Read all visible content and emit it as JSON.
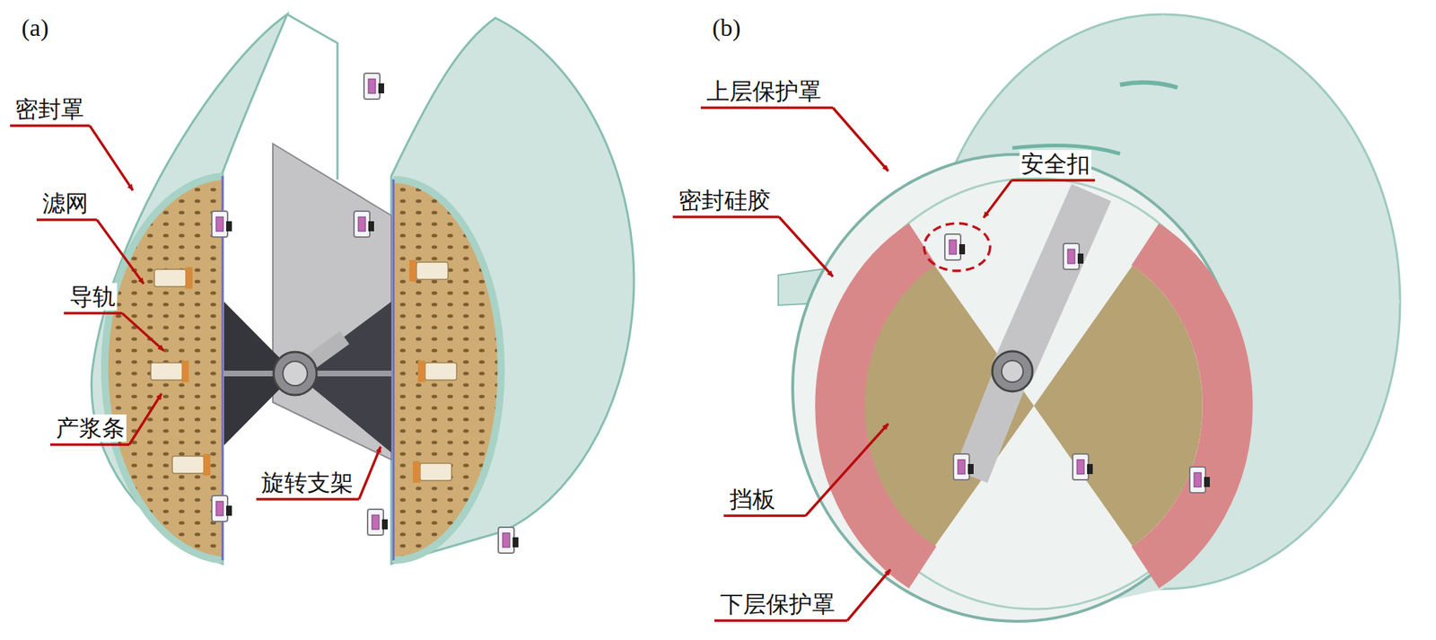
{
  "diagram": {
    "labels": [
      "(a)",
      "(b)",
      "密封罩",
      "滤网",
      "导轨",
      "产浆条",
      "旋转支架",
      "上层保护罩",
      "密封硅胶",
      "安全扣",
      "挡板",
      "下层保护罩"
    ]
  }
}
